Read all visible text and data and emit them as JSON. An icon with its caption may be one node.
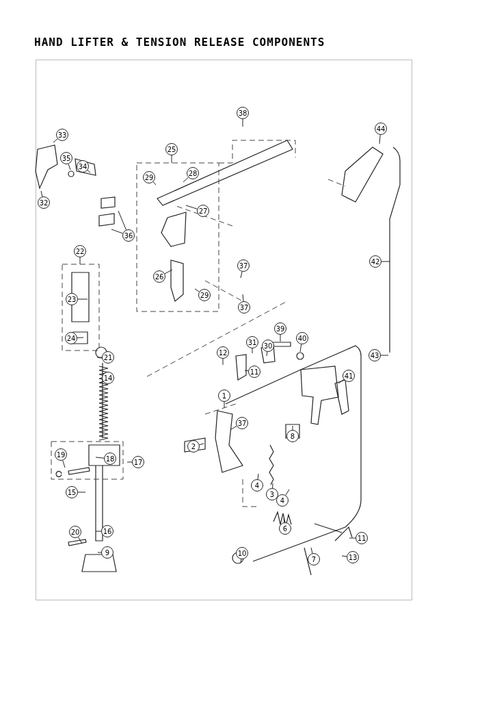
{
  "diagram": {
    "title": "HAND LIFTER & TENSION RELEASE COMPONENTS",
    "nodes": [
      {
        "text": [
          "38"
        ]
      },
      {
        "text": [
          "44"
        ]
      },
      {
        "text": [
          "33"
        ]
      },
      {
        "text": [
          "25"
        ]
      },
      {
        "text": [
          "35"
        ]
      },
      {
        "text": [
          "34"
        ]
      },
      {
        "text": [
          "28"
        ]
      },
      {
        "text": [
          "29"
        ]
      },
      {
        "text": [
          "32"
        ]
      },
      {
        "text": [
          "27"
        ]
      },
      {
        "text": [
          "36"
        ]
      },
      {
        "text": [
          "22"
        ]
      },
      {
        "text": [
          "42"
        ]
      },
      {
        "text": [
          "37"
        ]
      },
      {
        "text": [
          "26"
        ]
      },
      {
        "text": [
          "29"
        ]
      },
      {
        "text": [
          "37"
        ]
      },
      {
        "text": [
          "23"
        ]
      },
      {
        "text": [
          "24"
        ]
      },
      {
        "text": [
          "39"
        ]
      },
      {
        "text": [
          "40"
        ]
      },
      {
        "text": [
          "31"
        ]
      },
      {
        "text": [
          "30"
        ]
      },
      {
        "text": [
          "12"
        ]
      },
      {
        "text": [
          "43"
        ]
      },
      {
        "text": [
          "21"
        ]
      },
      {
        "text": [
          "11"
        ]
      },
      {
        "text": [
          "41"
        ]
      },
      {
        "text": [
          "14"
        ]
      },
      {
        "text": [
          "1"
        ]
      },
      {
        "text": [
          "37"
        ]
      },
      {
        "text": [
          "8"
        ]
      },
      {
        "text": [
          "2"
        ]
      },
      {
        "text": [
          "19"
        ]
      },
      {
        "text": [
          "18"
        ]
      },
      {
        "text": [
          "17"
        ]
      },
      {
        "text": [
          "4"
        ]
      },
      {
        "text": [
          "3"
        ]
      },
      {
        "text": [
          "4"
        ]
      },
      {
        "text": [
          "15"
        ]
      },
      {
        "text": [
          "6"
        ]
      },
      {
        "text": [
          "16"
        ]
      },
      {
        "text": [
          "20"
        ]
      },
      {
        "text": [
          "11"
        ]
      },
      {
        "text": [
          "9"
        ]
      },
      {
        "text": [
          "10"
        ]
      },
      {
        "text": [
          "13"
        ]
      },
      {
        "text": [
          "7"
        ]
      }
    ],
    "edges": [
      {
        "from": 0,
        "to": null,
        "arrow": "none"
      },
      {
        "from": 1,
        "to": null,
        "arrow": "none"
      },
      {
        "from": 2,
        "to": null,
        "arrow": "none"
      },
      {
        "from": 3,
        "to": null,
        "arrow": "none"
      },
      {
        "from": 4,
        "to": null,
        "arrow": "none"
      },
      {
        "from": 5,
        "to": null,
        "arrow": "none"
      },
      {
        "from": 6,
        "to": null,
        "arrow": "none"
      },
      {
        "from": 7,
        "to": null,
        "arrow": "none"
      },
      {
        "from": 8,
        "to": null,
        "arrow": "none"
      },
      {
        "from": 9,
        "to": null,
        "arrow": "none"
      },
      {
        "from": 10,
        "to": null,
        "arrow": "none"
      },
      {
        "from": 10,
        "to": null,
        "arrow": "none"
      },
      {
        "from": 11,
        "to": null,
        "arrow": "none"
      },
      {
        "from": 12,
        "to": null,
        "arrow": "none"
      },
      {
        "from": 13,
        "to": null,
        "arrow": "none"
      },
      {
        "from": 14,
        "to": null,
        "arrow": "none"
      },
      {
        "from": 15,
        "to": null,
        "arrow": "none"
      },
      {
        "from": 16,
        "to": null,
        "arrow": "none"
      },
      {
        "from": 17,
        "to": null,
        "arrow": "none"
      },
      {
        "from": 18,
        "to": null,
        "arrow": "none"
      },
      {
        "from": 19,
        "to": null,
        "arrow": "none"
      },
      {
        "from": 20,
        "to": null,
        "arrow": "none"
      },
      {
        "from": 21,
        "to": null,
        "arrow": "none"
      },
      {
        "from": 22,
        "to": null,
        "arrow": "none"
      },
      {
        "from": 23,
        "to": null,
        "arrow": "none"
      },
      {
        "from": 24,
        "to": null,
        "arrow": "none"
      },
      {
        "from": 25,
        "to": null,
        "arrow": "none"
      },
      {
        "from": 26,
        "to": null,
        "arrow": "none"
      },
      {
        "from": 27,
        "to": null,
        "arrow": "none"
      },
      {
        "from": 28,
        "to": null,
        "arrow": "none"
      },
      {
        "from": 29,
        "to": null,
        "arrow": "none"
      },
      {
        "from": 30,
        "to": null,
        "arrow": "none"
      },
      {
        "from": 31,
        "to": null,
        "arrow": "none"
      },
      {
        "from": 32,
        "to": null,
        "arrow": "none"
      },
      {
        "from": 33,
        "to": null,
        "arrow": "none"
      },
      {
        "from": 34,
        "to": null,
        "arrow": "none"
      },
      {
        "from": 35,
        "to": null,
        "arrow": "none"
      },
      {
        "from": 36,
        "to": null,
        "arrow": "none"
      },
      {
        "from": 37,
        "to": null,
        "arrow": "none"
      },
      {
        "from": 38,
        "to": null,
        "arrow": "none"
      },
      {
        "from": 39,
        "to": null,
        "arrow": "none"
      },
      {
        "from": 40,
        "to": null,
        "arrow": "none"
      },
      {
        "from": 41,
        "to": null,
        "arrow": "none"
      },
      {
        "from": 42,
        "to": null,
        "arrow": "none"
      },
      {
        "from": 43,
        "to": null,
        "arrow": "none"
      },
      {
        "from": 44,
        "to": null,
        "arrow": "none"
      },
      {
        "from": 45,
        "to": null,
        "arrow": "none"
      },
      {
        "from": 46,
        "to": null,
        "arrow": "none"
      },
      {
        "from": 47,
        "to": null,
        "arrow": "none"
      }
    ]
  }
}
